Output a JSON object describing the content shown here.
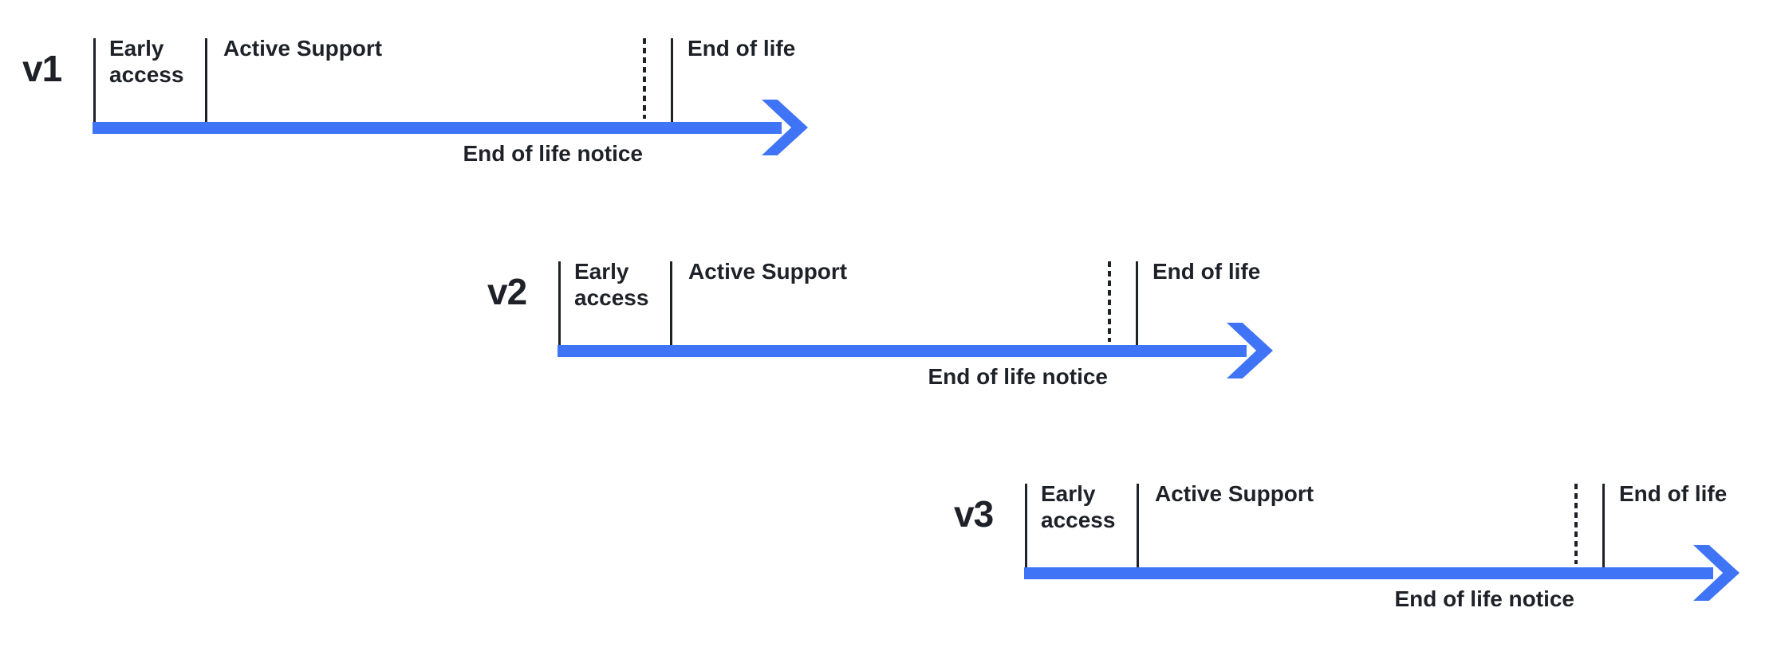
{
  "colors": {
    "arrow": "#3E74F5",
    "line": "#1e2228",
    "background": "#ffffff"
  },
  "timelines": [
    {
      "version": "v1",
      "early_access": "Early access",
      "active_support": "Active Support",
      "end_of_life": "End of life",
      "end_of_life_notice": "End of life notice"
    },
    {
      "version": "v2",
      "early_access": "Early access",
      "active_support": "Active Support",
      "end_of_life": "End of life",
      "end_of_life_notice": "End of life notice"
    },
    {
      "version": "v3",
      "early_access": "Early access",
      "active_support": "Active Support",
      "end_of_life": "End of life",
      "end_of_life_notice": "End of life notice"
    }
  ]
}
